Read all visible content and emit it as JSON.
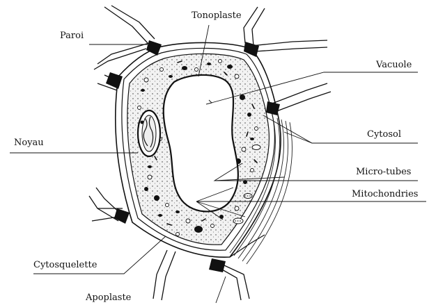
{
  "labels": {
    "paroi": "Paroi",
    "tonoplaste": "Tonoplaste",
    "vacuole": "Vacuole",
    "cytosol": "Cytosol",
    "noyau": "Noyau",
    "micro_tubes": "Micro-tubes",
    "mitochondries": "Mitochondries",
    "cytosquelette": "Cytosquelette",
    "apoplaste": "Apoplaste"
  },
  "colors": {
    "ink": "#111111",
    "cytoplasm_fill": "#f2f2f2",
    "background": "#ffffff"
  }
}
